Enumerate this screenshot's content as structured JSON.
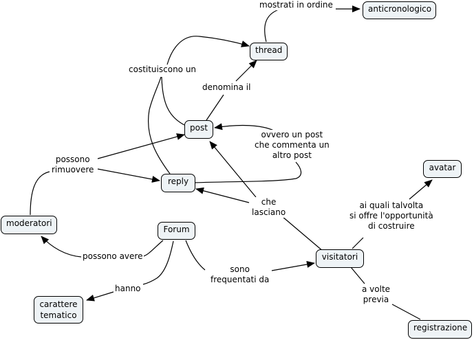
{
  "concepts": {
    "anticronologico": "anticronologico",
    "thread": "thread",
    "post": "post",
    "reply": "reply",
    "moderatori": "moderatori",
    "forum": "Forum",
    "visitatori": "visitatori",
    "avatar": "avatar",
    "carattere_tematico_1": "carattere",
    "carattere_tematico_2": "tematico",
    "registrazione": "registrazione"
  },
  "links": {
    "mostrati": "mostrati in ordine",
    "costituiscono": "costituiscono un",
    "denomina": "denomina il",
    "ovvero_1": "ovvero un post",
    "ovvero_2": "che commenta un",
    "ovvero_3": "altro post",
    "possono_rimuovere_1": "possono",
    "possono_rimuovere_2": "rimuovere",
    "che_lasciano_1": "che",
    "che_lasciano_2": "lasciano",
    "ai_quali_1": "ai quali talvolta",
    "ai_quali_2": "si offre l'opportunità",
    "ai_quali_3": "di costruire",
    "possono_avere": "possono avere",
    "sono_frequentati_1": "sono",
    "sono_frequentati_2": "frequentati da",
    "hanno": "hanno",
    "a_volte_1": "a volte",
    "a_volte_2": "previa"
  },
  "colors": {
    "node_fill": "#eef3f6",
    "stroke": "#000000"
  }
}
